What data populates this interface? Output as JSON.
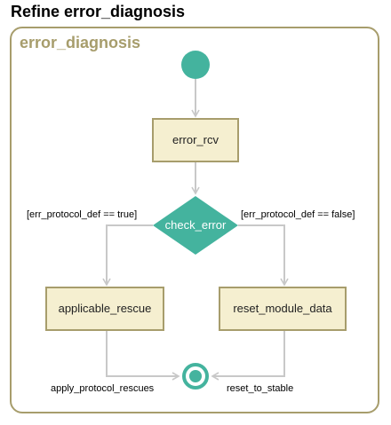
{
  "page_title": "Refine error_diagnosis",
  "frame": {
    "title": "error_diagnosis"
  },
  "colors": {
    "frame_border": "#a79d6c",
    "state_fill": "#f5efd0",
    "state_border": "#a79d6c",
    "pseudo_state": "#44b39e",
    "edge": "#c8c8c8"
  },
  "nodes": {
    "initial": {
      "kind": "initial-pseudostate"
    },
    "error_rcv": {
      "label": "error_rcv"
    },
    "check_error": {
      "label": "check_error"
    },
    "applicable_rescue": {
      "label": "applicable_rescue"
    },
    "reset_module_data": {
      "label": "reset_module_data"
    },
    "final": {
      "kind": "final-state"
    }
  },
  "edges": {
    "guard_true": "[err_protocol_def == true]",
    "guard_false": "[err_protocol_def == false]",
    "apply_protocol_rescues": "apply_protocol_rescues",
    "reset_to_stable": "reset_to_stable"
  }
}
